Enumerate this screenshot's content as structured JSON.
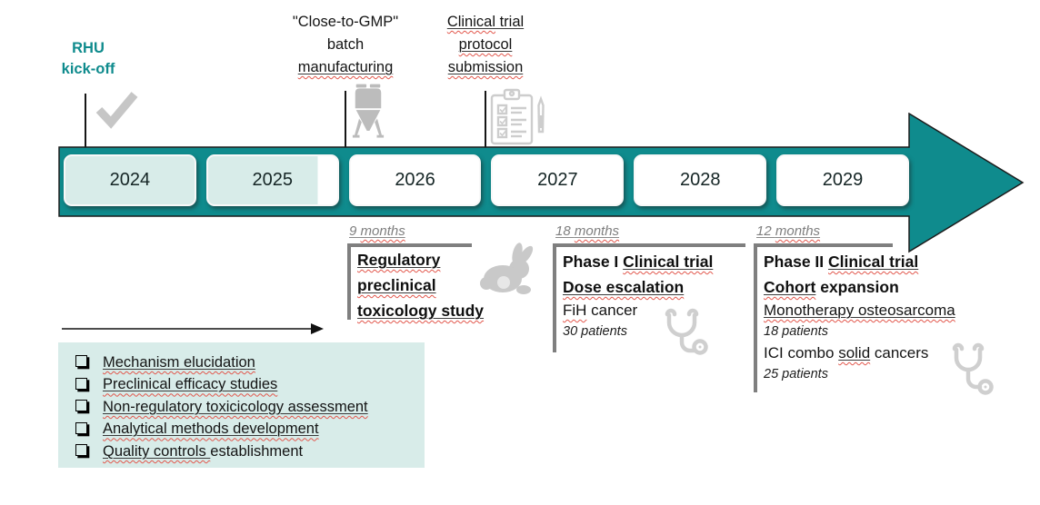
{
  "colors": {
    "teal": "#0F8B8D",
    "mint_fill": "#D8ECE9",
    "bracket_gray": "#7F7F7F",
    "icon_gray": "#C9C9C9",
    "squiggle_red": "#E2574C",
    "text": "#141414"
  },
  "milestones": {
    "rhu": {
      "line1": "RHU",
      "line2": "kick-off"
    },
    "gmp": {
      "line1": "\"Close-to-GMP\"",
      "line2": "batch",
      "line3": "manufacturing"
    },
    "protocol": {
      "line1_a": "Clinical",
      "line1_b": " trial",
      "line2": "protocol",
      "line3": "submission"
    }
  },
  "timeline": {
    "years": [
      "2024",
      "2025",
      "2026",
      "2027",
      "2028",
      "2029"
    ],
    "progress_note": [
      "2024 fully shaded",
      "2025 shaded ~85%"
    ]
  },
  "phases": {
    "preclinical": {
      "duration_num": "9 ",
      "duration_word": "months",
      "line1": "Regulatory",
      "line2": "preclinical",
      "line3": "toxicology study"
    },
    "phase1": {
      "duration_num": "18 ",
      "duration_word": "months",
      "title_a": "Phase I ",
      "title_b": "Clinical trial",
      "line2": "Dose escalation",
      "line3_a": "FiH",
      "line3_b": " cancer",
      "line4": "30 patients"
    },
    "phase2": {
      "duration_num": "12 ",
      "duration_word": "months",
      "title_a": "Phase II ",
      "title_b": "Clinical trial",
      "line2_a": "Cohort",
      "line2_b": " expansion",
      "line3": "Monotherapy osteosarcoma",
      "line4": "18 patients",
      "line5_a": "ICI combo ",
      "line5_b": "solid",
      "line5_c": " cancers",
      "line6": "25 patients"
    }
  },
  "checklist": {
    "items": [
      {
        "a": "Mechanism elucidation",
        "b": ""
      },
      {
        "a": "Preclinical efficacy studies",
        "b": ""
      },
      {
        "a": "Non-regulatory toxicicology assessment",
        "b": ""
      },
      {
        "a": "Analytical methods development",
        "b": ""
      },
      {
        "a": "Quality controls ",
        "b": "establishment"
      }
    ]
  }
}
